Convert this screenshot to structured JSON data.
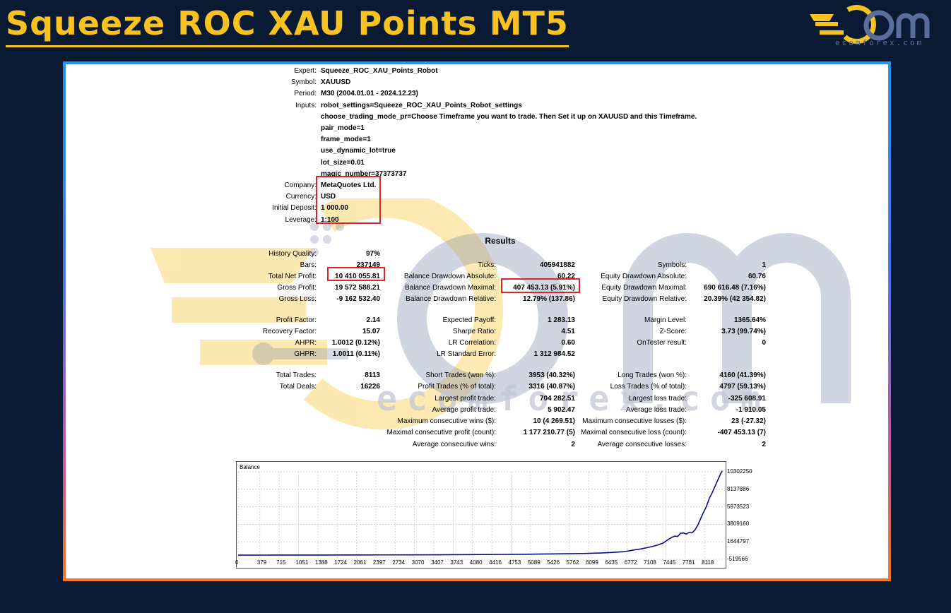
{
  "title": "Squeeze ROC XAU Points MT5",
  "logo": {
    "sub": "ecomforex.com"
  },
  "watermark": "ecomforex.com",
  "settings": [
    {
      "label": "Expert:",
      "value": "Squeeze_ROC_XAU_Points_Robot"
    },
    {
      "label": "Symbol:",
      "value": "XAUUSD"
    },
    {
      "label": "Period:",
      "value": "M30 (2004.01.01 - 2024.12.23)"
    },
    {
      "label": "Inputs:",
      "value": "robot_settings=Squeeze_ROC_XAU_Points_Robot_settings"
    },
    {
      "label": "",
      "value": "choose_trading_mode_pr=Choose Timeframe you want to trade. Then Set it up on XAUUSD and this Timeframe."
    },
    {
      "label": "",
      "value": "pair_mode=1"
    },
    {
      "label": "",
      "value": "frame_mode=1"
    },
    {
      "label": "",
      "value": "use_dynamic_lot=true"
    },
    {
      "label": "",
      "value": "lot_size=0.01"
    },
    {
      "label": "",
      "value": "magic_number=37373737"
    },
    {
      "label": "Company:",
      "value": "MetaQuotes Ltd."
    },
    {
      "label": "Currency:",
      "value": "USD"
    },
    {
      "label": "Initial Deposit:",
      "value": "1 000.00"
    },
    {
      "label": "Leverage:",
      "value": "1:100"
    }
  ],
  "results_title": "Results",
  "results": {
    "col1": [
      {
        "label": "History Quality:",
        "value": "97%"
      },
      {
        "label": "Bars:",
        "value": "237149"
      },
      {
        "label": "Total Net Profit:",
        "value": "10 410 055.81"
      },
      {
        "label": "Gross Profit:",
        "value": "19 572 588.21"
      },
      {
        "label": "Gross Loss:",
        "value": "-9 162 532.40"
      },
      {
        "label": "Profit Factor:",
        "value": "2.14"
      },
      {
        "label": "Recovery Factor:",
        "value": "15.07"
      },
      {
        "label": "AHPR:",
        "value": "1.0012 (0.12%)"
      },
      {
        "label": "GHPR:",
        "value": "1.0011 (0.11%)"
      },
      {
        "label": "Total Trades:",
        "value": "8113"
      },
      {
        "label": "Total Deals:",
        "value": "16226"
      }
    ],
    "col2": [
      {
        "label": "Ticks:",
        "value": "405941882"
      },
      {
        "label": "Balance Drawdown Absolute:",
        "value": "60.22"
      },
      {
        "label": "Balance Drawdown Maximal:",
        "value": "407 453.13 (5.91%)"
      },
      {
        "label": "Balance Drawdown Relative:",
        "value": "12.79% (137.86)"
      },
      {
        "label": "Expected Payoff:",
        "value": "1 283.13"
      },
      {
        "label": "Sharpe Ratio:",
        "value": "4.51"
      },
      {
        "label": "LR Correlation:",
        "value": "0.60"
      },
      {
        "label": "LR Standard Error:",
        "value": "1 312 984.52"
      },
      {
        "label": "Short Trades (won %):",
        "value": "3953 (40.32%)"
      },
      {
        "label": "Profit Trades (% of total):",
        "value": "3316 (40.87%)"
      },
      {
        "label": "Largest profit trade:",
        "value": "704 282.51"
      },
      {
        "label": "Average profit trade:",
        "value": "5 902.47"
      },
      {
        "label": "Maximum consecutive wins ($):",
        "value": "10 (4 269.51)"
      },
      {
        "label": "Maximal consecutive profit (count):",
        "value": "1 177 210.77 (5)"
      },
      {
        "label": "Average consecutive wins:",
        "value": "2"
      }
    ],
    "col3": [
      {
        "label": "Symbols:",
        "value": "1"
      },
      {
        "label": "Equity Drawdown Absolute:",
        "value": "60.76"
      },
      {
        "label": "Equity Drawdown Maximal:",
        "value": "690 616.48 (7.16%)"
      },
      {
        "label": "Equity Drawdown Relative:",
        "value": "20.39% (42 354.82)"
      },
      {
        "label": "Margin Level:",
        "value": "1365.64%"
      },
      {
        "label": "Z-Score:",
        "value": "3.73 (99.74%)"
      },
      {
        "label": "OnTester result:",
        "value": "0"
      },
      {
        "label": "Long Trades (won %):",
        "value": "4160 (41.39%)"
      },
      {
        "label": "Loss Trades (% of total):",
        "value": "4797 (59.13%)"
      },
      {
        "label": "Largest loss trade:",
        "value": "-325 608.91"
      },
      {
        "label": "Average loss trade:",
        "value": "-1 910.05"
      },
      {
        "label": "Maximum consecutive losses ($):",
        "value": "23 (-27.32)"
      },
      {
        "label": "Maximal consecutive loss (count):",
        "value": "-407 453.13 (7)"
      },
      {
        "label": "Average consecutive losses:",
        "value": "2"
      }
    ]
  },
  "colors": {
    "accent": "#f7c222",
    "background": "#0a1a33",
    "line": "#0a0a8c",
    "highlight": "#d8262a"
  },
  "chart_data": {
    "type": "line",
    "title": "Balance",
    "xlabel": "",
    "ylabel": "",
    "x_ticks": [
      "0",
      "379",
      "715",
      "1051",
      "1388",
      "1724",
      "2061",
      "2397",
      "2734",
      "3070",
      "3407",
      "3743",
      "4080",
      "4416",
      "4753",
      "5089",
      "5426",
      "5762",
      "6099",
      "6435",
      "6772",
      "7108",
      "7445",
      "7781",
      "8118"
    ],
    "y_ticks": [
      "10302250",
      "8137886",
      "5973523",
      "3809160",
      "1644797",
      "-519566"
    ],
    "xlim": [
      0,
      8460
    ],
    "ylim": [
      -519566,
      10302250
    ],
    "series": [
      {
        "x": [
          0,
          500,
          1000,
          1500,
          2000,
          2500,
          3000,
          3500,
          4000,
          4500,
          5000,
          5500,
          6000,
          6300,
          6500,
          6700,
          6800,
          6900,
          7000,
          7100,
          7200,
          7300,
          7400,
          7450,
          7500,
          7550,
          7600,
          7650,
          7700,
          7750,
          7800,
          7850,
          7900,
          7950,
          8000,
          8050,
          8100,
          8150,
          8200,
          8250,
          8300,
          8350,
          8400,
          8430
        ],
        "y": [
          1000,
          5000,
          8000,
          12000,
          18000,
          25000,
          35000,
          45000,
          60000,
          80000,
          110000,
          150000,
          200000,
          260000,
          330000,
          420000,
          520000,
          650000,
          750000,
          900000,
          1050000,
          1250000,
          1500000,
          1750000,
          2000000,
          2200000,
          2350000,
          2300000,
          2700000,
          2750000,
          2600000,
          2800000,
          2750000,
          3100000,
          3700000,
          4500000,
          5300000,
          6000000,
          7000000,
          7700000,
          8500000,
          9300000,
          10100000,
          10410000
        ]
      }
    ]
  }
}
